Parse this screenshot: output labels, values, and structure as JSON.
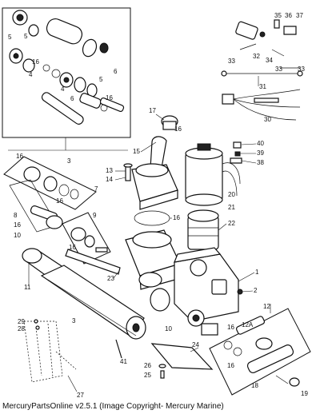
{
  "caption": "MercuryPartsOnline v2.5.1 (Image Copyright- Mercury Marine)",
  "callouts": [
    "1",
    "2",
    "3",
    "4",
    "5",
    "6",
    "7",
    "8",
    "9",
    "10",
    "11",
    "12",
    "13",
    "14",
    "15",
    "16",
    "17",
    "18",
    "19",
    "20",
    "21",
    "22",
    "23",
    "24",
    "25",
    "26",
    "27",
    "28",
    "29",
    "30",
    "31",
    "32",
    "33",
    "34",
    "35",
    "36",
    "37",
    "38",
    "39",
    "40",
    "41",
    "5",
    "4",
    "4",
    "5",
    "6",
    "3",
    "16",
    "16",
    "16",
    "16",
    "16",
    "16",
    "16",
    "16",
    "16",
    "33",
    "33",
    "10",
    "12A"
  ]
}
